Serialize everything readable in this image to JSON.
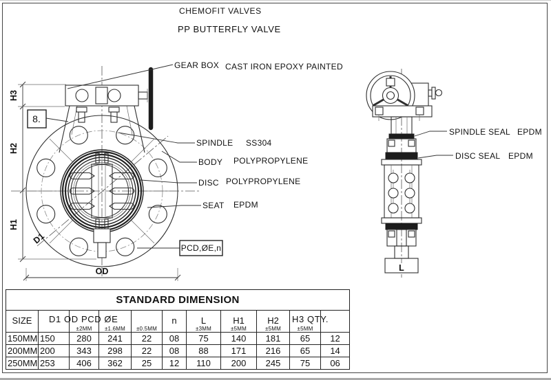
{
  "doc": {
    "company": "CHEMOFIT VALVES",
    "product": "PP BUTTERFLY VALVE"
  },
  "front_view": {
    "item_number": "8.",
    "callouts": {
      "gear_box": {
        "part": "GEAR BOX",
        "material": "CAST IRON EPOXY PAINTED"
      },
      "spindle": {
        "part": "SPINDLE",
        "material": "SS304"
      },
      "body": {
        "part": "BODY",
        "material": "POLYPROPYLENE"
      },
      "disc": {
        "part": "DISC",
        "material": "POLYPROPYLENE"
      },
      "seat": {
        "part": "SEAT",
        "material": "EPDM"
      }
    },
    "dimension_labels": {
      "h3": "H3",
      "h2": "H2",
      "h1": "H1",
      "d1": "D1",
      "od": "OD",
      "pcd_box": "PCD,ØE,n"
    }
  },
  "side_view": {
    "callouts": {
      "spindle_seal": {
        "part": "SPINDLE SEAL",
        "material": "EPDM"
      },
      "disc_seal": {
        "part": "DISC SEAL",
        "material": "EPDM"
      }
    },
    "dimension_labels": {
      "l": "L"
    }
  },
  "table": {
    "title": "STANDARD DIMENSION",
    "columns": [
      {
        "label": "SIZE",
        "tolerance": ""
      },
      {
        "label": "D1",
        "tolerance": ""
      },
      {
        "label": "OD",
        "tolerance": "±2MM"
      },
      {
        "label": "PCD",
        "tolerance": "±1.6MM"
      },
      {
        "label": "ØE",
        "tolerance": "±0.5MM"
      },
      {
        "label": "n",
        "tolerance": ""
      },
      {
        "label": "L",
        "tolerance": "±3MM"
      },
      {
        "label": "H1",
        "tolerance": "±5MM"
      },
      {
        "label": "H2",
        "tolerance": "±5MM"
      },
      {
        "label": "H3",
        "tolerance": "±5MM"
      },
      {
        "label": "QTY.",
        "tolerance": ""
      }
    ],
    "header_display": {
      "group_left": "D1 OD PCD ØE",
      "group_right": "H3 QTY."
    },
    "rows": [
      [
        "150MM",
        "150",
        "280",
        "241",
        "22",
        "08",
        "75",
        "140",
        "181",
        "65",
        "12"
      ],
      [
        "200MM",
        "200",
        "343",
        "298",
        "22",
        "08",
        "88",
        "171",
        "216",
        "65",
        "14"
      ],
      [
        "250MM",
        "253",
        "406",
        "362",
        "25",
        "12",
        "110",
        "200",
        "245",
        "75",
        "06"
      ]
    ]
  }
}
